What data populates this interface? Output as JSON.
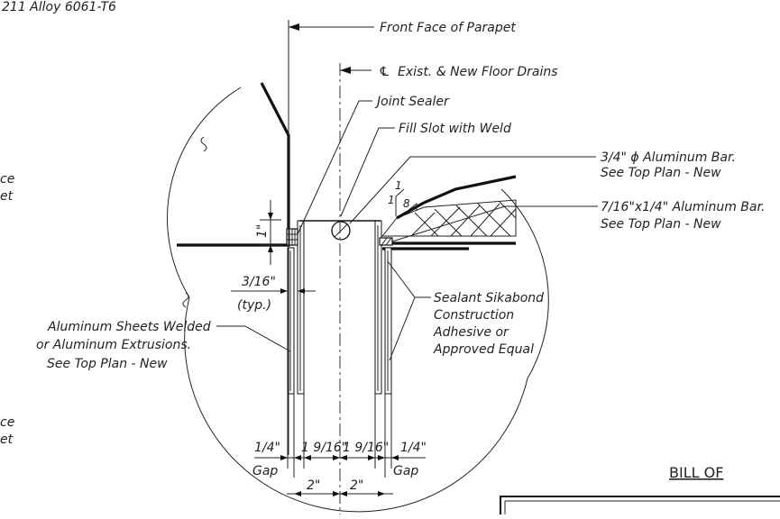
{
  "header_note": "211 Alloy 6061-T6",
  "callouts": {
    "front_face": "Front Face of Parapet",
    "centerline_symbol": "℄",
    "centerline": "Exist. & New Floor Drains",
    "joint_sealer": "Joint Sealer",
    "fill_slot": "Fill Slot with Weld",
    "bar_34_line1": "3/4\" ϕ Aluminum Bar.",
    "bar_34_line2": "See Top Plan - New",
    "bar_716_line1": "7/16\"x1/4\" Aluminum Bar.",
    "bar_716_line2": "See Top Plan - New",
    "sealant_line1": "Sealant Sikabond",
    "sealant_line2": "Construction",
    "sealant_line3": "Adhesive or",
    "sealant_line4": "Approved Equal",
    "sheets_line1": "Aluminum Sheets Welded",
    "sheets_line2": "or Aluminum Extrusions.",
    "sheets_line3": "See Top Plan - New",
    "left_fragment_1a": "ce",
    "left_fragment_1b": "et",
    "left_fragment_2a": "ce",
    "left_fragment_2b": "et",
    "bill_title": "BILL OF"
  },
  "dimensions": {
    "one_inch": "1\"",
    "thickness": "3/16\"",
    "typ": "(typ.)",
    "gap_left": "1/4\"",
    "gap_right": "1/4\"",
    "gap_word_left": "Gap",
    "gap_word_right": "Gap",
    "inner_left": "1 9/16\"",
    "inner_right": "1 9/16\"",
    "half_left": "2\"",
    "half_right": "2\"",
    "weld_top": "1",
    "weld_bottom": "1",
    "weld_size": "8"
  }
}
